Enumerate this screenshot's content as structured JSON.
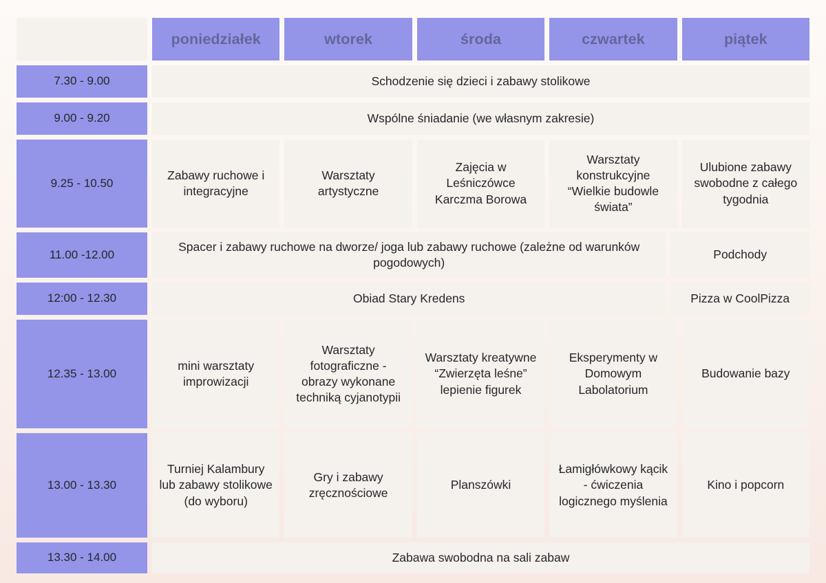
{
  "table": {
    "corner_label": "",
    "days": [
      "poniedziałek",
      "wtorek",
      "środa",
      "czwartek",
      "piątek"
    ],
    "colors": {
      "accent": "#9494e8",
      "accent_text": "#65659d",
      "cell_bg": "#f5f1ed",
      "cell_text": "#26272b",
      "page_bg_top": "#fdfaf7",
      "page_bg_bottom": "#f8e9e2"
    },
    "rows": [
      {
        "time": "7.30 - 9.00",
        "type": "full",
        "full": "Schodzenie się dzieci i zabawy stolikowe"
      },
      {
        "time": "9.00 - 9.20",
        "type": "full",
        "full": "Wspólne śniadanie (we własnym zakresie)"
      },
      {
        "time": "9.25 - 10.50",
        "type": "days",
        "cells": [
          "Zabawy ruchowe i integracyjne",
          "Warsztaty artystyczne",
          "Zajęcia w Leśniczówce Karczma Borowa",
          "Warsztaty konstrukcyjne “Wielkie budowle świata”",
          "Ulubione zabawy swobodne z całego tygodnia"
        ]
      },
      {
        "time": "11.00 -12.00",
        "type": "four_plus_one",
        "four": "Spacer i zabawy ruchowe na dworze/ joga lub zabawy ruchowe (zależne od warunków pogodowych)",
        "last": "Podchody"
      },
      {
        "time": "12:00 - 12.30",
        "type": "four_plus_one",
        "four": "Obiad Stary Kredens",
        "last": "Pizza w CoolPizza"
      },
      {
        "time": "12.35 - 13.00",
        "type": "days",
        "cells": [
          "mini warsztaty improwizacji",
          "Warsztaty fotograficzne - obrazy wykonane techniką cyjanotypii",
          "Warsztaty kreatywne “Zwierzęta leśne” lepienie figurek",
          "Eksperymenty w Domowym Labolatorium",
          "Budowanie bazy"
        ]
      },
      {
        "time": "13.00 - 13.30",
        "type": "days",
        "cells": [
          "Turniej Kalambury lub zabawy stolikowe (do wyboru)",
          "Gry i zabawy zręcznościowe",
          "Planszówki",
          "Łamigłówkowy kącik - ćwiczenia logicznego myślenia",
          "Kino i popcorn"
        ]
      },
      {
        "time": "13.30 - 14.00",
        "type": "full",
        "full": "Zabawa swobodna na sali zabaw"
      }
    ]
  }
}
